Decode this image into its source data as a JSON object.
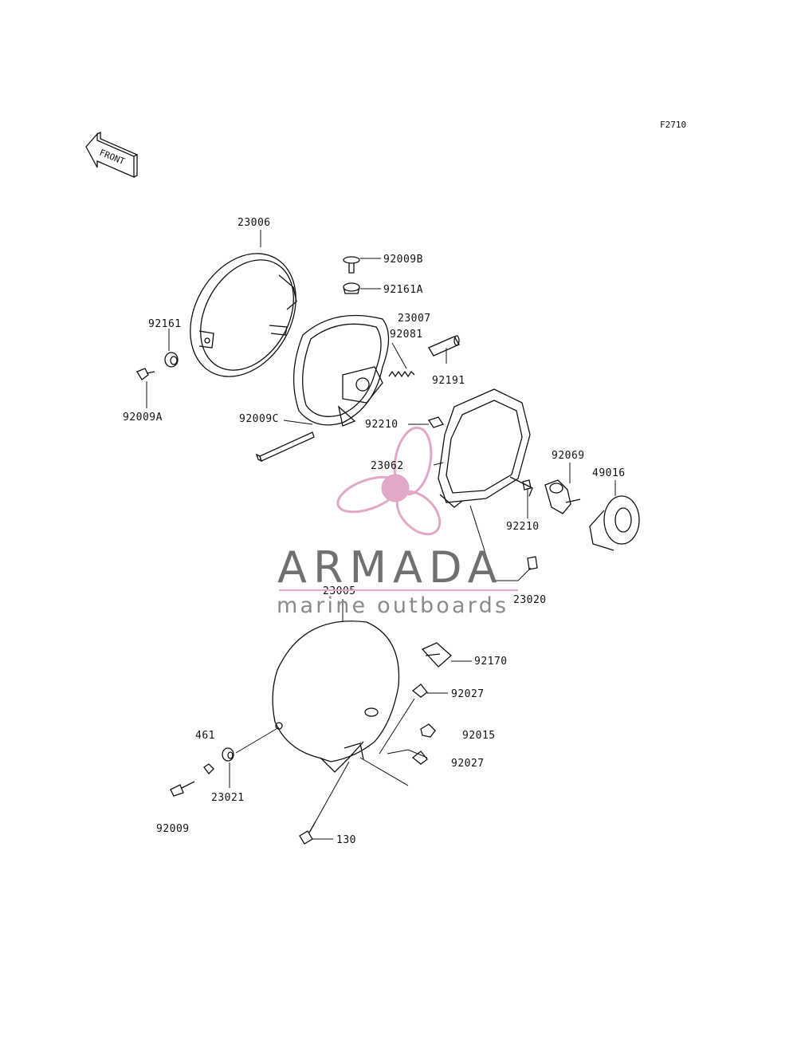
{
  "figure_code": "F2710",
  "front_marker": "FRONT",
  "watermark": {
    "brand": "ARMADA",
    "tagline": "marine outboards",
    "accent_color": "#e2a8c8",
    "text_color": "#707070"
  },
  "part_labels": [
    "23006",
    "92009B",
    "92161A",
    "92161",
    "23007",
    "92081",
    "92009A",
    "92191",
    "92009C",
    "92210",
    "23062",
    "92069",
    "49016",
    "92210",
    "23020",
    "23005",
    "92170",
    "92027",
    "92015",
    "461",
    "92027",
    "23021",
    "92009",
    "130"
  ]
}
